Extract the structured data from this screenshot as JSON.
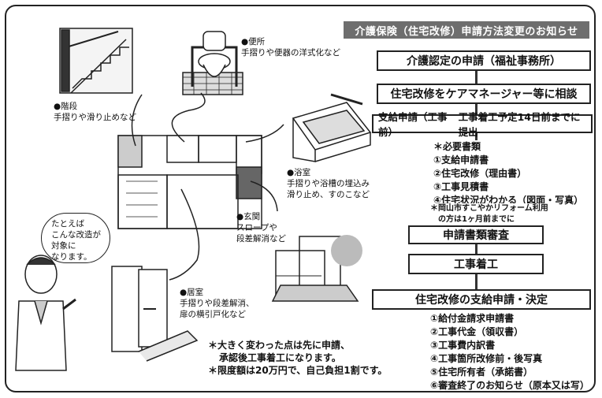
{
  "title": "介護保険（住宅改修）申請方法変更のお知らせ",
  "flow": {
    "step1": "介護認定の申請（福祉事務所）",
    "step2": "住宅改修をケアマネージャー等に相談",
    "step3_left": "支給申請（工事前）",
    "step3_right": "工事着工予定14日前までに提出",
    "docs_heading": "＊必要書類",
    "docs": [
      "①支給申請書",
      "②住宅改修（理由書）",
      "③工事見積書",
      "④住宅状況がわかる（図面・写真）"
    ],
    "okayama_note": [
      "＊岡山市すこやかリフォーム利用",
      "の方は1ヶ月前までに"
    ],
    "step4": "申請書類審査",
    "step5": "工事着工",
    "step6": "住宅改修の支給申請・決定",
    "final_docs": [
      "①給付金請求申請書",
      "②工事代金（領収書）",
      "③工事費内訳書",
      "④工事箇所改修前・後写真",
      "⑤住宅所有者（承諾書）",
      "⑥審査終了のお知らせ（原本又は写）"
    ]
  },
  "areas": {
    "toilet": {
      "name": "●便所",
      "desc": "手摺りや便器の洋式化など"
    },
    "stairs": {
      "name": "●階段",
      "desc": "手摺りや滑り止めなど"
    },
    "bath": {
      "name": "●浴室",
      "desc1": "手摺りや浴槽の埋込み",
      "desc2": "滑り止め、すのこなど"
    },
    "entrance": {
      "name": "●玄関",
      "desc1": "スロープや",
      "desc2": "段差解消など"
    },
    "living": {
      "name": "●居室",
      "desc1": "手摺りや段差解消、",
      "desc2": "扉の横引戸化など"
    }
  },
  "speech": [
    "たとえば",
    "こんな改造が",
    "対象に",
    "なります。"
  ],
  "notes": {
    "line1": "＊大きく変わった点は先に申請、",
    "line2": "承認後工事着工になります。",
    "line3": "＊限度額は20万円で、自己負担1割です。"
  }
}
